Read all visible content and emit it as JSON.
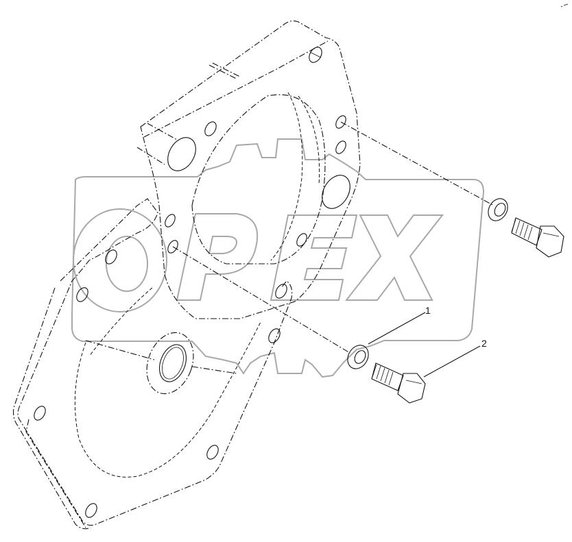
{
  "diagram": {
    "type": "exploded-parts-view",
    "watermark": {
      "text": "OPEX",
      "color": "#a8a8a8"
    },
    "corner_mark": "⌐-",
    "callouts": [
      {
        "number": "1",
        "part": "washer"
      },
      {
        "number": "2",
        "part": "hex-bolt"
      }
    ],
    "ink_color": "#111111",
    "background": "#ffffff"
  }
}
